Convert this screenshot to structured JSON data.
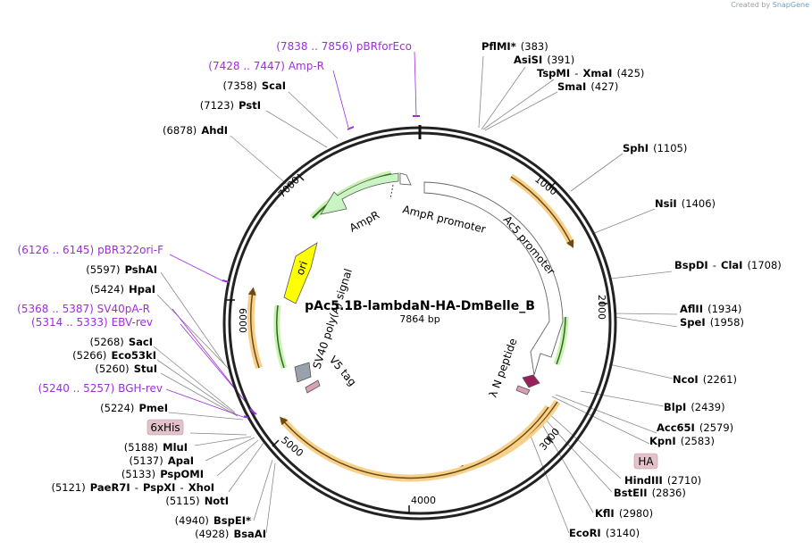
{
  "credit": {
    "prefix": "Created by",
    "brand": "SnapGene"
  },
  "plasmid": {
    "name": "pAc5.1B-lambdaN-HA-DmBelle_B",
    "size": "7864 bp"
  },
  "ticks": [
    "1000",
    "2000",
    "3000",
    "4000",
    "5000",
    "6000",
    "7000"
  ],
  "features": {
    "ampR": "AmpR",
    "ampR_promoter": "AmpR promoter",
    "ac5_promoter": "Ac5 promoter",
    "ori": "ori",
    "sv40": "SV40 poly(A) signal",
    "v5": "V5 tag",
    "lambdaN": "λ N peptide"
  },
  "boxes": {
    "his": "6xHis",
    "ha": "HA"
  },
  "primers": [
    {
      "range": "(7838 .. 7856)",
      "name": "pBRforEco"
    },
    {
      "range": "(7428 .. 7447)",
      "name": "Amp-R"
    },
    {
      "range": "(6126 .. 6145)",
      "name": "pBR322ori-F"
    },
    {
      "range": "(5368 .. 5387)",
      "name": "SV40pA-R"
    },
    {
      "range": "(5314 .. 5333)",
      "name": "EBV-rev"
    },
    {
      "range": "(5240 .. 5257)",
      "name": "BGH-rev"
    }
  ],
  "sites_right": [
    {
      "name": "PflMI",
      "mark": "*",
      "pos": "(383)"
    },
    {
      "name": "AsiSI",
      "pos": "(391)"
    },
    {
      "name": "TspMI",
      "sep": "-",
      "name2": "XmaI",
      "pos": "(425)"
    },
    {
      "name": "SmaI",
      "pos": "(427)"
    },
    {
      "name": "SphI",
      "pos": "(1105)"
    },
    {
      "name": "NsiI",
      "pos": "(1406)"
    },
    {
      "name": "BspDI",
      "sep": "-",
      "name2": "ClaI",
      "pos": "(1708)"
    },
    {
      "name": "AflII",
      "pos": "(1934)"
    },
    {
      "name": "SpeI",
      "pos": "(1958)"
    },
    {
      "name": "NcoI",
      "pos": "(2261)"
    },
    {
      "name": "BlpI",
      "pos": "(2439)"
    },
    {
      "name": "Acc65I",
      "pos": "(2579)"
    },
    {
      "name": "KpnI",
      "pos": "(2583)"
    },
    {
      "name": "HindIII",
      "pos": "(2710)"
    },
    {
      "name": "BstEII",
      "pos": "(2836)"
    },
    {
      "name": "KflI",
      "pos": "(2980)"
    },
    {
      "name": "EcoRI",
      "pos": "(3140)"
    }
  ],
  "sites_left": [
    {
      "pos": "(7358)",
      "name": "ScaI"
    },
    {
      "pos": "(7123)",
      "name": "PstI"
    },
    {
      "pos": "(6878)",
      "name": "AhdI"
    },
    {
      "pos": "(5597)",
      "name": "PshAI"
    },
    {
      "pos": "(5424)",
      "name": "HpaI"
    },
    {
      "pos": "(5268)",
      "name": "SacI"
    },
    {
      "pos": "(5266)",
      "name": "Eco53kI"
    },
    {
      "pos": "(5260)",
      "name": "StuI"
    },
    {
      "pos": "(5224)",
      "name": "PmeI"
    },
    {
      "pos": "(5188)",
      "name": "MluI"
    },
    {
      "pos": "(5137)",
      "name": "ApaI"
    },
    {
      "pos": "(5133)",
      "name": "PspOMI"
    },
    {
      "pos": "(5121)",
      "name": "PaeR7I",
      "sep1": "-",
      "name2": "PspXI",
      "sep2": "-",
      "name3": "XhoI"
    },
    {
      "pos": "(5115)",
      "name": "NotI"
    },
    {
      "pos": "(4940)",
      "name": "BspEI",
      "mark": "*"
    },
    {
      "pos": "(4928)",
      "name": "BsaAI"
    }
  ]
}
